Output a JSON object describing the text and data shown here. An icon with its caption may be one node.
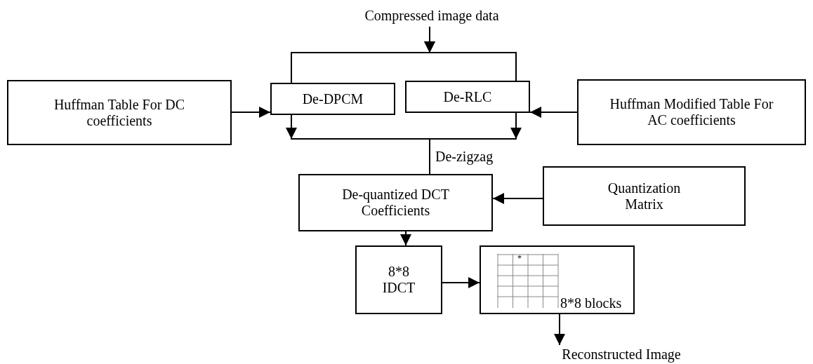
{
  "diagram": {
    "nodes": [
      {
        "text": [
          "Compressed image data"
        ]
      },
      {
        "text": [
          "Huffman Table For DC coefficients"
        ]
      },
      {
        "text": [
          "De-DPCM"
        ]
      },
      {
        "text": [
          "De-RLC"
        ]
      },
      {
        "text": [
          "Huffman Modified Table For AC coefficients"
        ]
      },
      {
        "text": [
          "De-quantized DCT Coefficients"
        ]
      },
      {
        "text": [
          "Quantization Matrix"
        ]
      },
      {
        "text": [
          "8*8 IDCT"
        ]
      },
      {
        "text": [
          "8*8 blocks"
        ]
      },
      {
        "text": [
          "Reconstructed Image"
        ]
      }
    ],
    "edges": [
      {
        "from": 0,
        "to": 2,
        "arrow": "to"
      },
      {
        "from": 0,
        "to": 3,
        "arrow": "to"
      },
      {
        "from": 1,
        "to": 2,
        "arrow": "to"
      },
      {
        "from": 4,
        "to": 3,
        "arrow": "to"
      },
      {
        "from": 2,
        "to": 5,
        "arrow": "to"
      },
      {
        "from": 3,
        "to": 5,
        "arrow": "to"
      },
      {
        "from": 6,
        "to": 5,
        "arrow": "to"
      },
      {
        "from": 5,
        "to": 7,
        "arrow": "to"
      },
      {
        "from": 7,
        "to": 8,
        "arrow": "to"
      },
      {
        "from": 8,
        "to": 9,
        "arrow": "to"
      }
    ],
    "labels": [
      "De-zigzag",
      "*"
    ]
  }
}
